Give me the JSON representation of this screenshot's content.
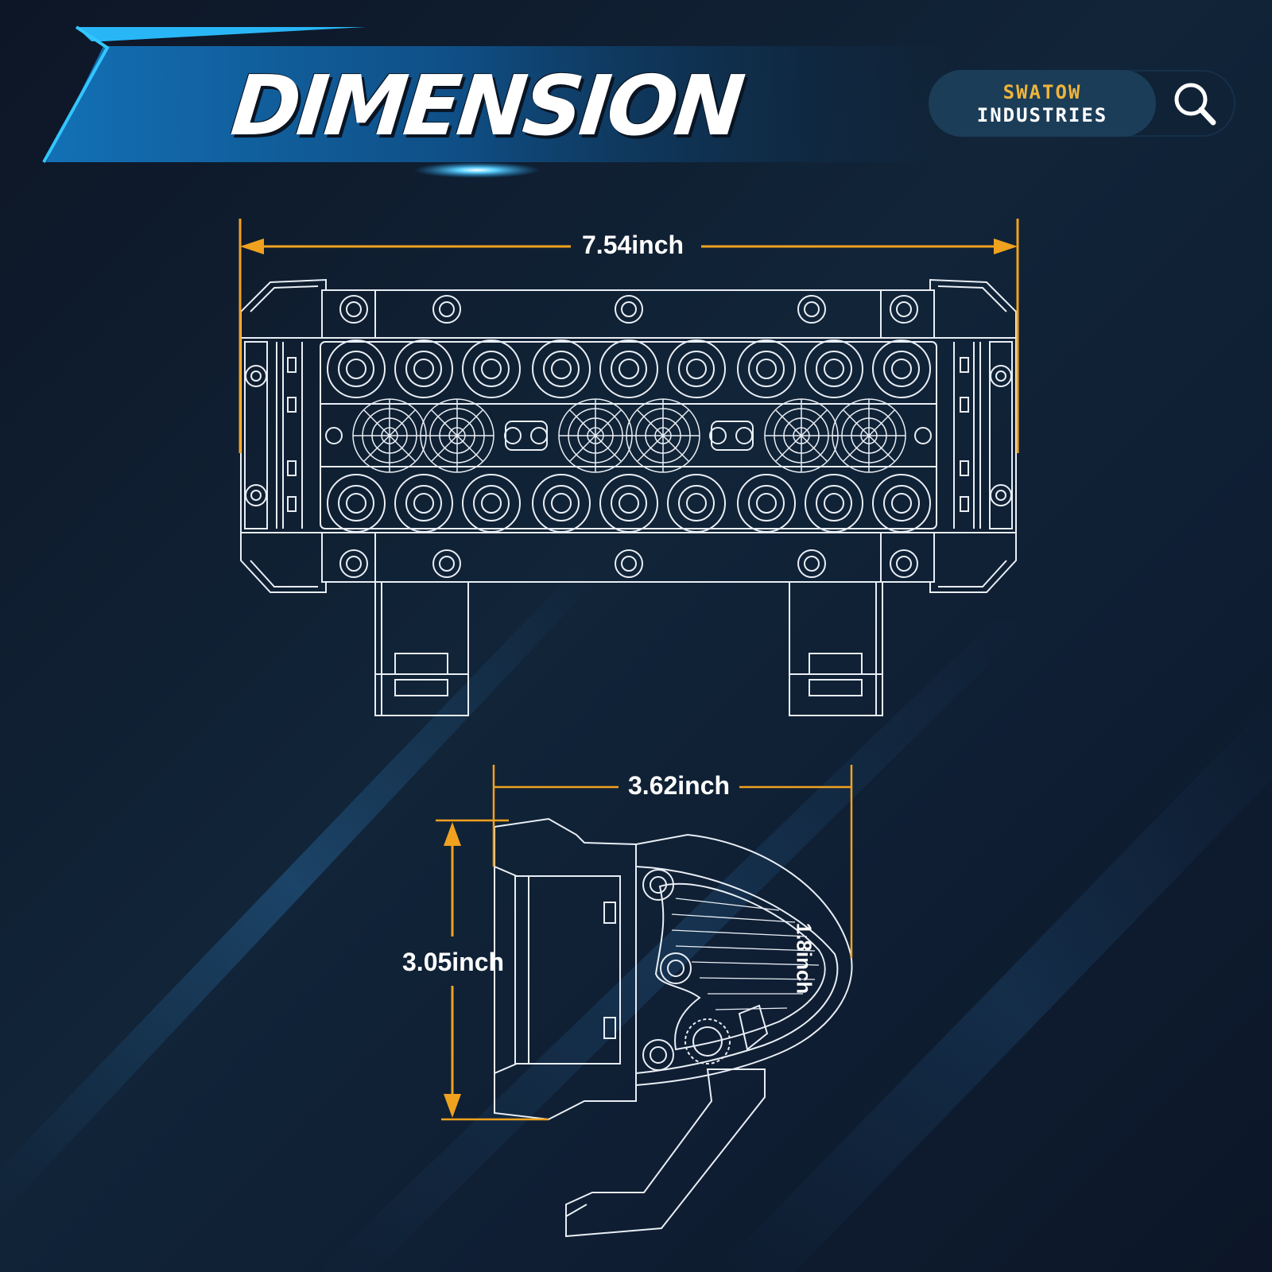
{
  "title": "DIMENSION",
  "brand": {
    "line1": "SWATOW",
    "line2": "INDUSTRIES",
    "icon": "search-icon"
  },
  "dimensions": {
    "length": "7.54inch",
    "depth": "3.62inch",
    "height": "3.05inch",
    "face": "1.8inch"
  },
  "colors": {
    "accent": "#f0a21f",
    "line": "#e9eef5",
    "brand_gold": "#f0b43a"
  }
}
